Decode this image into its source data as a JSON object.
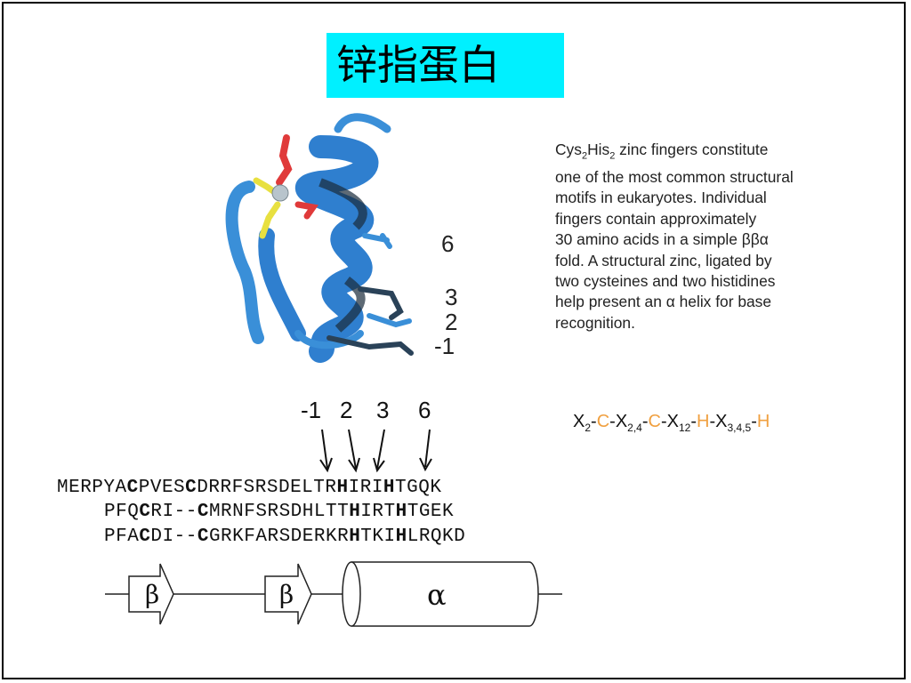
{
  "slide": {
    "title": "锌指蛋白"
  },
  "structure_labels": [
    "6",
    "3",
    "2",
    "-1"
  ],
  "description_lines": [
    [
      "Cys",
      "2",
      "His",
      "2",
      " zinc fingers constitute"
    ],
    [
      "one of the most common structural"
    ],
    [
      "motifs in eukaryotes. Individual"
    ],
    [
      "fingers contain approximately"
    ],
    [
      "30 amino acids in a simple ββα"
    ],
    [
      "fold. A structural zinc, ligated by"
    ],
    [
      "two cysteines and two histidines"
    ],
    [
      "help present an α helix for base"
    ],
    [
      "recognition."
    ]
  ],
  "motif": [
    {
      "t": "X",
      "sub": "2"
    },
    {
      "t": "-"
    },
    {
      "t": "C",
      "hl": true
    },
    {
      "t": "-"
    },
    {
      "t": "X",
      "sub": "2,4"
    },
    {
      "t": "-"
    },
    {
      "t": "C",
      "hl": true
    },
    {
      "t": "-"
    },
    {
      "t": "X",
      "sub": "12"
    },
    {
      "t": "-"
    },
    {
      "t": "H",
      "hl": true
    },
    {
      "t": "-"
    },
    {
      "t": "X",
      "sub": "3,4,5"
    },
    {
      "t": "-"
    },
    {
      "t": "H",
      "hl": true
    }
  ],
  "arrow_labels": [
    "-1",
    "2",
    "3",
    "6"
  ],
  "sequences": [
    [
      {
        "t": "MERPYA"
      },
      {
        "t": "C",
        "b": true
      },
      {
        "t": "PVES"
      },
      {
        "t": "C",
        "b": true
      },
      {
        "t": "DRRFSRSDELTR"
      },
      {
        "t": "H",
        "b": true
      },
      {
        "t": "IRI"
      },
      {
        "t": "H",
        "b": true
      },
      {
        "t": "TGQK"
      }
    ],
    [
      {
        "t": "PFQ"
      },
      {
        "t": "C",
        "b": true
      },
      {
        "t": "RI--"
      },
      {
        "t": "C",
        "b": true
      },
      {
        "t": "MRNFSRSDHLTT"
      },
      {
        "t": "H",
        "b": true
      },
      {
        "t": "IRT"
      },
      {
        "t": "H",
        "b": true
      },
      {
        "t": "TGEK"
      }
    ],
    [
      {
        "t": "PFA"
      },
      {
        "t": "C",
        "b": true
      },
      {
        "t": "DI--"
      },
      {
        "t": "C",
        "b": true
      },
      {
        "t": "GRKFARSDERKR"
      },
      {
        "t": "H",
        "b": true
      },
      {
        "t": "TKI"
      },
      {
        "t": "H",
        "b": true
      },
      {
        "t": "LRQKD"
      }
    ]
  ],
  "schema": {
    "beta1": "β",
    "beta2": "β",
    "alpha": "α"
  },
  "colors": {
    "title_bg": "#00f0ff",
    "ribbon": "#3a8fd8",
    "highlight": "#f0a040"
  }
}
